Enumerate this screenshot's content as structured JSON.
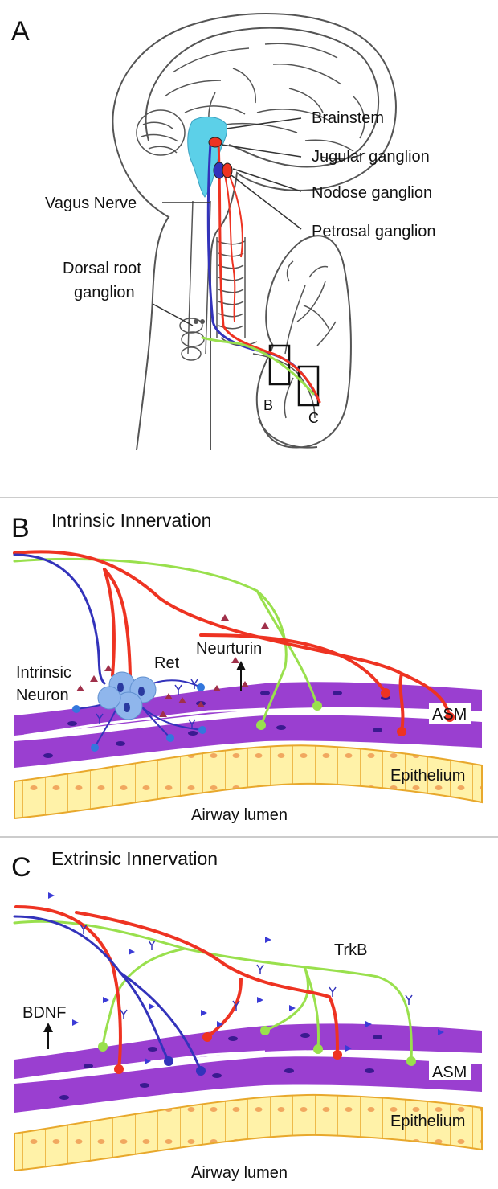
{
  "panels": {
    "a": {
      "letter": "A",
      "labels": {
        "brainstem": "Brainstem",
        "jugular": "Jugular ganglion",
        "nodose": "Nodose ganglion",
        "petrosal": "Petrosal ganglion",
        "vagus": "Vagus Nerve",
        "drg_line1": "Dorsal root",
        "drg_line2": "ganglion",
        "box_b": "B",
        "box_c": "C"
      }
    },
    "b": {
      "letter": "B",
      "title": "Intrinsic Innervation",
      "labels": {
        "neuron_line1": "Intrinsic",
        "neuron_line2": "Neuron",
        "ret": "Ret",
        "neurturin": "Neurturin",
        "asm": "ASM",
        "epithelium": "Epithelium",
        "lumen": "Airway lumen"
      }
    },
    "c": {
      "letter": "C",
      "title": "Extrinsic Innervation",
      "labels": {
        "trkb": "TrkB",
        "bdnf": "BDNF",
        "asm": "ASM",
        "epithelium": "Epithelium",
        "lumen": "Airway lumen"
      }
    }
  },
  "colors": {
    "sensory_red": "#ee3322",
    "sensory_blue": "#3333bb",
    "sensory_green": "#99e04d",
    "brainstem": "#5cd0e8",
    "smooth_muscle": "#9a3fd0",
    "epithelium": "#fff2a8",
    "neuron": "#8fb6ec",
    "neurturin": "#a0304a"
  }
}
